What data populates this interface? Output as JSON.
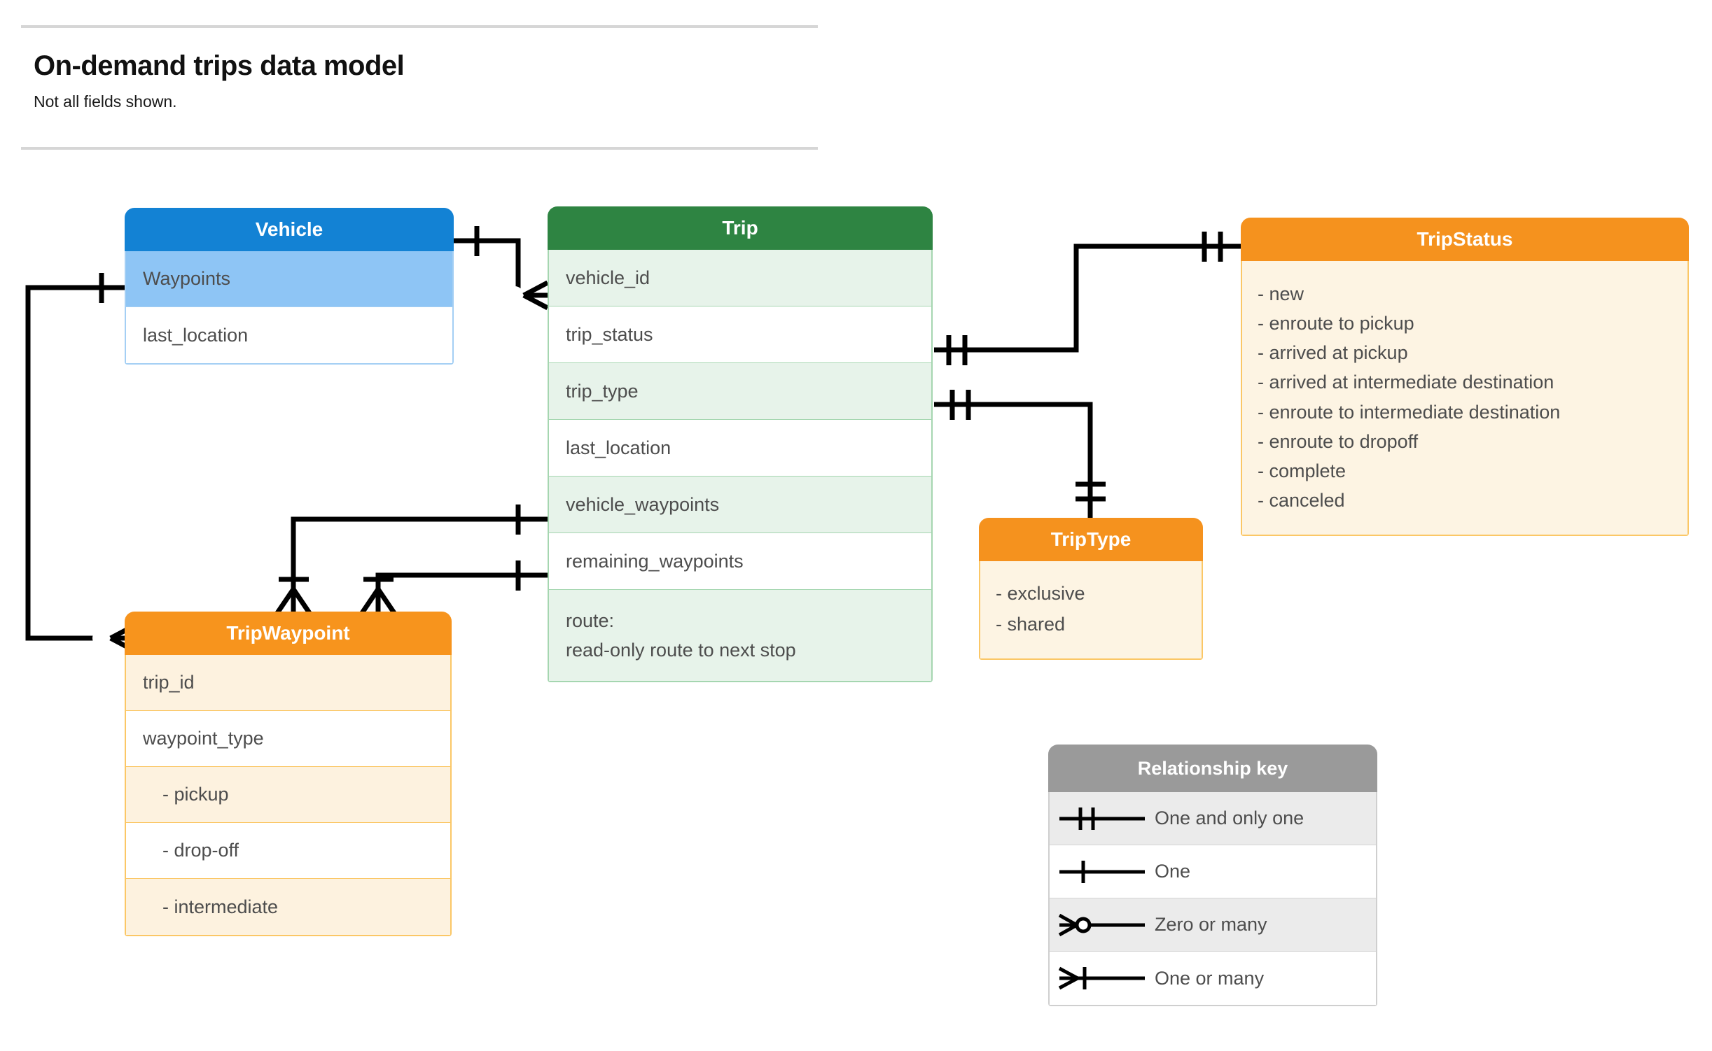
{
  "header": {
    "title": "On-demand trips data model",
    "subtitle": "Not all fields shown."
  },
  "entities": {
    "vehicle": {
      "name": "Vehicle",
      "color": "#1382d4",
      "fields": [
        {
          "label": "Waypoints"
        },
        {
          "label": "last_location"
        }
      ]
    },
    "trip": {
      "name": "Trip",
      "color": "#2e8442",
      "fields": [
        {
          "label": "vehicle_id"
        },
        {
          "label": "trip_status"
        },
        {
          "label": "trip_type"
        },
        {
          "label": "last_location"
        },
        {
          "label": "vehicle_waypoints"
        },
        {
          "label": "remaining_waypoints"
        },
        {
          "label": "route:",
          "label2": "read-only route to next stop"
        }
      ]
    },
    "tripwaypoint": {
      "name": "TripWaypoint",
      "color": "#f7941d",
      "fields": [
        {
          "label": "trip_id"
        },
        {
          "label": "waypoint_type"
        },
        {
          "label": "-  pickup"
        },
        {
          "label": "-  drop-off"
        },
        {
          "label": "-  intermediate"
        }
      ]
    },
    "tripstatus": {
      "name": "TripStatus",
      "color": "#f5921e",
      "values": [
        "- new",
        "- enroute to pickup",
        "- arrived at pickup",
        "- arrived at intermediate destination",
        "- enroute to intermediate destination",
        "- enroute to dropoff",
        "- complete",
        "- canceled"
      ]
    },
    "triptype": {
      "name": "TripType",
      "color": "#f5921e",
      "values": [
        "- exclusive",
        "- shared"
      ]
    }
  },
  "legend": {
    "title": "Relationship key",
    "rows": [
      {
        "symbol": "one-and-only-one-icon",
        "label": "One and only one"
      },
      {
        "symbol": "one-icon",
        "label": "One"
      },
      {
        "symbol": "zero-or-many-icon",
        "label": "Zero or many"
      },
      {
        "symbol": "one-or-many-icon",
        "label": "One or many"
      }
    ]
  },
  "relationships": [
    {
      "from": "vehicle",
      "to": "trip.vehicle_id",
      "from_card": "one",
      "to_card": "zero-or-many"
    },
    {
      "from": "vehicle.Waypoints",
      "to": "tripwaypoint",
      "from_card": "one",
      "to_card": "zero-or-many"
    },
    {
      "from": "trip.trip_status",
      "to": "tripstatus",
      "from_card": "one-and-only-one",
      "to_card": "one-and-only-one"
    },
    {
      "from": "trip.trip_type",
      "to": "triptype",
      "from_card": "one-and-only-one",
      "to_card": "one-and-only-one"
    },
    {
      "from": "trip.vehicle_waypoints",
      "to": "tripwaypoint",
      "from_card": "one",
      "to_card": "one-or-many"
    },
    {
      "from": "trip.remaining_waypoints",
      "to": "tripwaypoint",
      "from_card": "one",
      "to_card": "one-or-many"
    }
  ],
  "colors": {
    "blue": "#1382d4",
    "blue_light": "#8ec5f5",
    "green": "#2e8442",
    "green_light": "#e7f3ea",
    "orange": "#f5921e",
    "cream": "#fdf4e3",
    "gray": "#9a9a9a",
    "line": "#000000",
    "text": "#4d4d4d"
  }
}
